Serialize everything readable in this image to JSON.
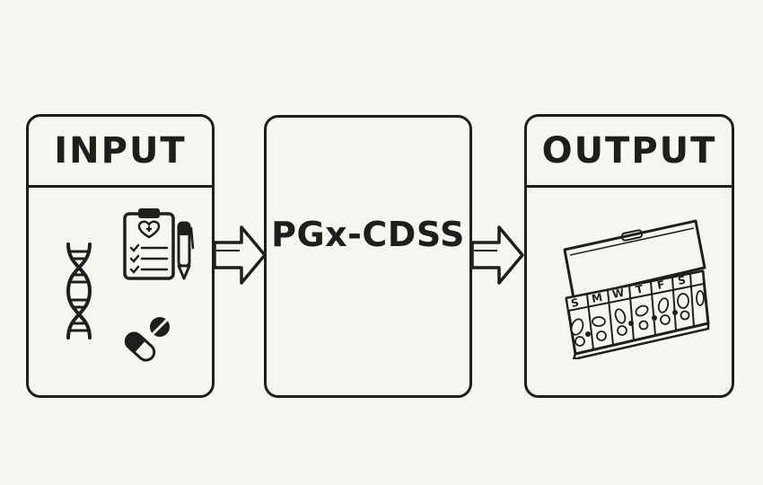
{
  "diagram": {
    "input_box": {
      "title": "INPUT"
    },
    "process_box": {
      "label": "PGx-CDSS"
    },
    "output_box": {
      "title": "OUTPUT",
      "pillbox_days": [
        "S",
        "M",
        "W",
        "T",
        "F",
        "S"
      ]
    },
    "icons": {
      "input": [
        "dna-icon",
        "clipboard-icon",
        "pen-icon",
        "pills-icon"
      ],
      "output": [
        "pill-organizer-icon"
      ],
      "connectors": [
        "arrow-right-icon",
        "arrow-right-icon"
      ]
    },
    "colors": {
      "background": "#f8f6f0",
      "stroke": "#1e1e1e"
    }
  }
}
